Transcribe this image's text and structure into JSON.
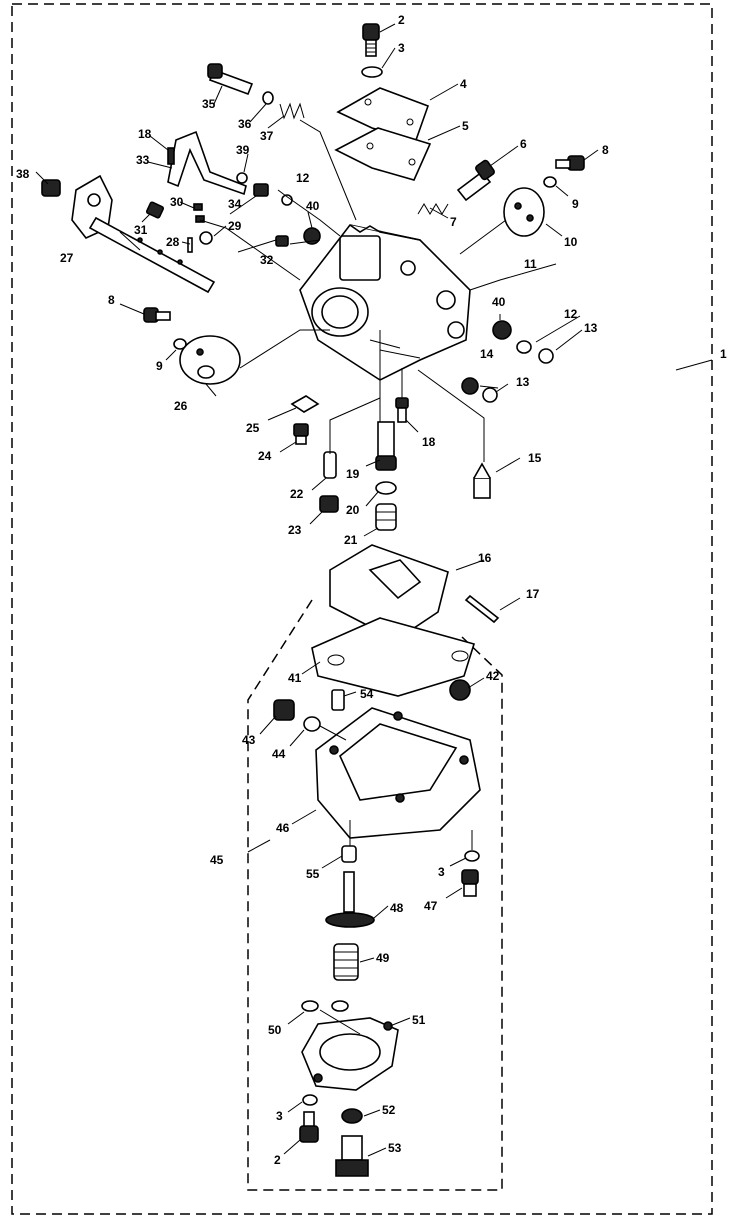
{
  "diagram": {
    "callouts": {
      "c1": "1",
      "c2a": "2",
      "c2b": "2",
      "c3a": "3",
      "c3b": "3",
      "c3c": "3",
      "c4": "4",
      "c5": "5",
      "c6": "6",
      "c7": "7",
      "c8a": "8",
      "c8b": "8",
      "c9a": "9",
      "c9b": "9",
      "c10": "10",
      "c11": "11",
      "c12a": "12",
      "c12b": "12",
      "c13a": "13",
      "c13b": "13",
      "c14": "14",
      "c15": "15",
      "c16": "16",
      "c17": "17",
      "c18a": "18",
      "c18b": "18",
      "c19": "19",
      "c20": "20",
      "c21": "21",
      "c22": "22",
      "c23": "23",
      "c24": "24",
      "c25": "25",
      "c26": "26",
      "c27": "27",
      "c28": "28",
      "c29": "29",
      "c30": "30",
      "c31": "31",
      "c32": "32",
      "c33": "33",
      "c34": "34",
      "c35": "35",
      "c36": "36",
      "c37": "37",
      "c38": "38",
      "c39": "39",
      "c40a": "40",
      "c40b": "40",
      "c41": "41",
      "c42": "42",
      "c43": "43",
      "c44": "44",
      "c45": "45",
      "c46": "46",
      "c47": "47",
      "c48": "48",
      "c49": "49",
      "c50": "50",
      "c51": "51",
      "c52": "52",
      "c53": "53",
      "c54": "54",
      "c55": "55"
    }
  }
}
